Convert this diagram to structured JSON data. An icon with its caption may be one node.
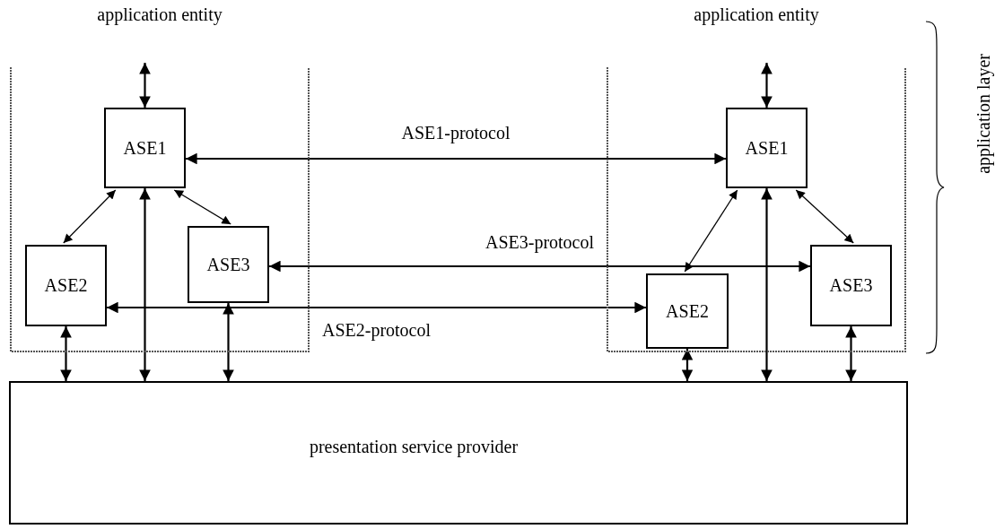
{
  "diagram": {
    "nodes": [
      {
        "text": [
          "application entity"
        ]
      },
      {
        "text": [
          "ASE1"
        ],
        "in": 0
      },
      {
        "text": [
          "ASE2"
        ],
        "in": 0
      },
      {
        "text": [
          "ASE3"
        ],
        "in": 0
      },
      {
        "text": [
          "application entity"
        ]
      },
      {
        "text": [
          "ASE1"
        ],
        "in": 4
      },
      {
        "text": [
          "ASE2"
        ],
        "in": 4
      },
      {
        "text": [
          "ASE3"
        ],
        "in": 4
      },
      {
        "text": [
          "presentation service provider"
        ]
      }
    ],
    "edges": [
      {
        "from": null,
        "to": 1,
        "arrow": "both"
      },
      {
        "from": 1,
        "to": 2,
        "arrow": "both"
      },
      {
        "from": 1,
        "to": 3,
        "arrow": "both"
      },
      {
        "from": 1,
        "to": 8,
        "arrow": "both"
      },
      {
        "from": 2,
        "to": 8,
        "arrow": "both"
      },
      {
        "from": 3,
        "to": 8,
        "arrow": "both"
      },
      {
        "from": 1,
        "to": 5,
        "arrow": "both",
        "label": "ASE1-protocol"
      },
      {
        "from": 3,
        "to": 7,
        "arrow": "both",
        "label": "ASE3-protocol"
      },
      {
        "from": 2,
        "to": 6,
        "arrow": "both",
        "label": "ASE2-protocol"
      },
      {
        "from": null,
        "to": 5,
        "arrow": "both"
      },
      {
        "from": 5,
        "to": 6,
        "arrow": "both"
      },
      {
        "from": 5,
        "to": 7,
        "arrow": "both"
      },
      {
        "from": 5,
        "to": 8,
        "arrow": "both"
      },
      {
        "from": 6,
        "to": 8,
        "arrow": "both"
      },
      {
        "from": 7,
        "to": 8,
        "arrow": "both"
      }
    ],
    "labels": [
      "application layer"
    ]
  }
}
